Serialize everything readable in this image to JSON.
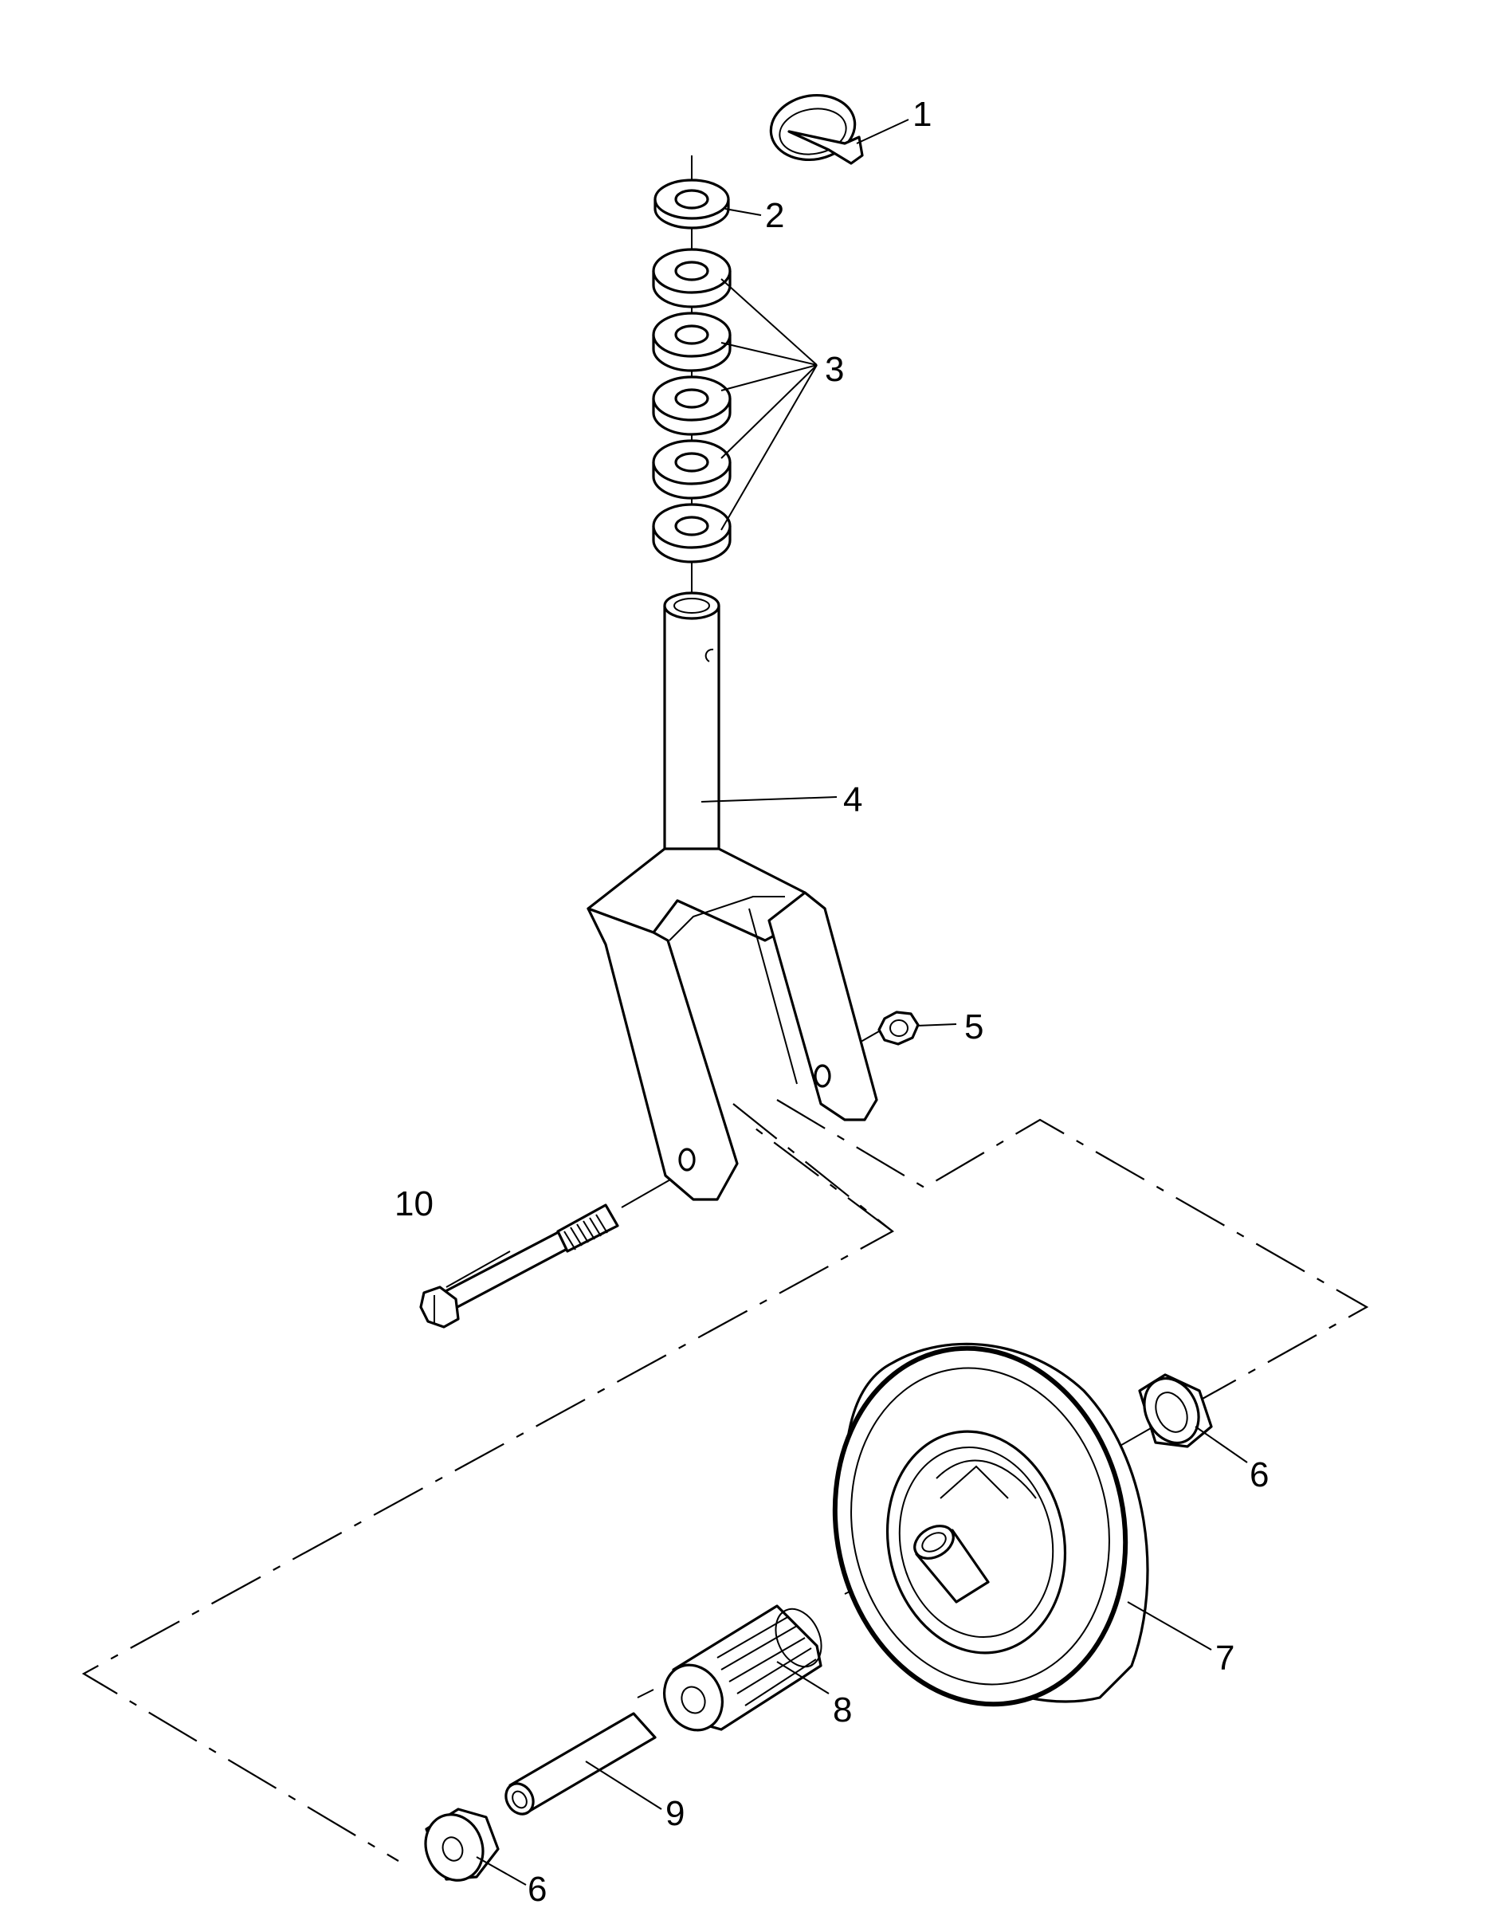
{
  "diagram": {
    "callouts": [
      {
        "id": "1",
        "text": "1"
      },
      {
        "id": "2",
        "text": "2"
      },
      {
        "id": "3",
        "text": "3"
      },
      {
        "id": "4",
        "text": "4"
      },
      {
        "id": "5",
        "text": "5"
      },
      {
        "id": "6a",
        "text": "6"
      },
      {
        "id": "7",
        "text": "7"
      },
      {
        "id": "8",
        "text": "8"
      },
      {
        "id": "9",
        "text": "9"
      },
      {
        "id": "10",
        "text": "10"
      },
      {
        "id": "6b",
        "text": "6"
      }
    ]
  }
}
